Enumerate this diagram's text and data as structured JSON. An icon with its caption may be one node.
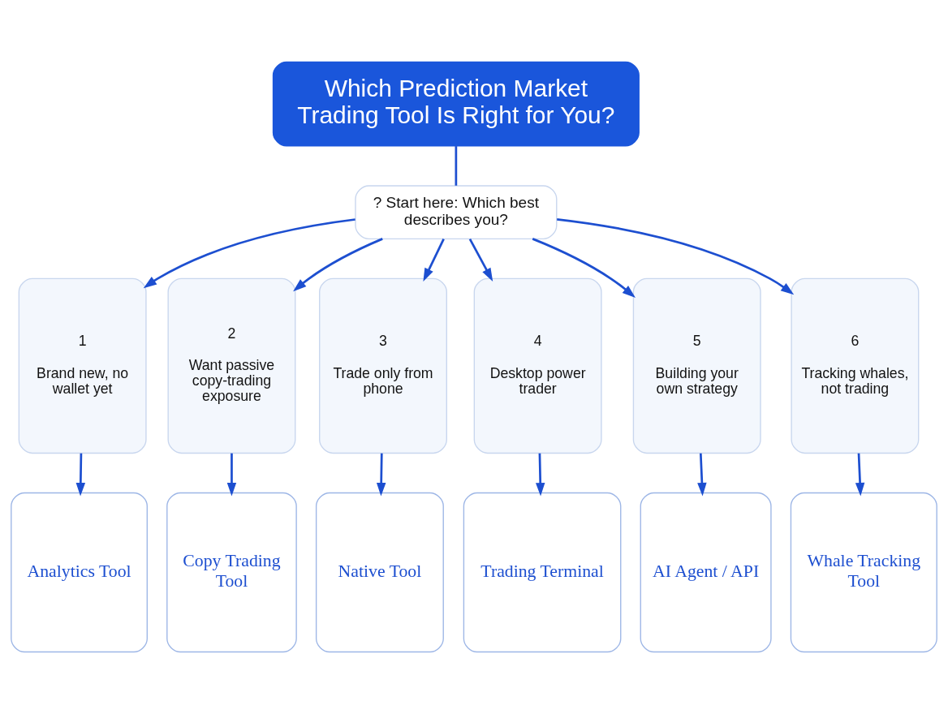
{
  "diagram": {
    "nodes": [
      {
        "text": [
          "Which Prediction Market Trading Tool Is Right for You?"
        ]
      },
      {
        "text": [
          "? Start here: Which best describes you?"
        ]
      },
      {
        "text": [
          "1",
          "Brand new, no wallet yet"
        ]
      },
      {
        "text": [
          "2",
          "Want passive copy-trading exposure"
        ]
      },
      {
        "text": [
          "3",
          "Trade only from phone"
        ]
      },
      {
        "text": [
          "4",
          "Desktop power trader"
        ]
      },
      {
        "text": [
          "5",
          "Building your own strategy"
        ]
      },
      {
        "text": [
          "6",
          "Tracking whales, not trading"
        ]
      },
      {
        "text": [
          "Analytics Tool"
        ]
      },
      {
        "text": [
          "Copy Trading Tool"
        ]
      },
      {
        "text": [
          "Native Tool"
        ]
      },
      {
        "text": [
          "Trading Terminal"
        ]
      },
      {
        "text": [
          "AI Agent / API"
        ]
      },
      {
        "text": [
          "Whale Tracking Tool"
        ]
      }
    ],
    "edges": [
      {
        "from": 0,
        "to": 1,
        "arrow": "none"
      },
      {
        "from": 1,
        "to": 2,
        "arrow": "to"
      },
      {
        "from": 1,
        "to": 3,
        "arrow": "to"
      },
      {
        "from": 1,
        "to": 4,
        "arrow": "to"
      },
      {
        "from": 1,
        "to": 5,
        "arrow": "to"
      },
      {
        "from": 1,
        "to": 6,
        "arrow": "to"
      },
      {
        "from": 1,
        "to": 7,
        "arrow": "to"
      },
      {
        "from": 2,
        "to": 8,
        "arrow": "to"
      },
      {
        "from": 3,
        "to": 9,
        "arrow": "to"
      },
      {
        "from": 4,
        "to": 10,
        "arrow": "to"
      },
      {
        "from": 5,
        "to": 11,
        "arrow": "to"
      },
      {
        "from": 6,
        "to": 12,
        "arrow": "to"
      },
      {
        "from": 7,
        "to": 13,
        "arrow": "to"
      }
    ]
  }
}
